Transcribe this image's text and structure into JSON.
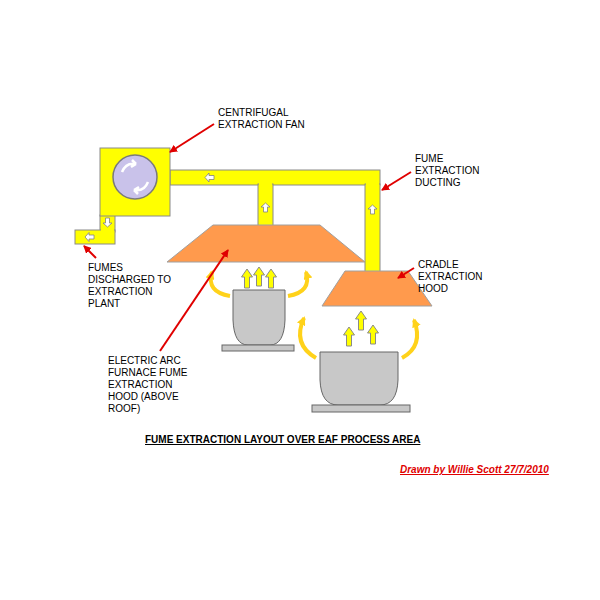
{
  "diagram": {
    "title": "FUME EXTRACTION LAYOUT OVER EAF PROCESS AREA",
    "labels": [
      "CENTRIFUGAL EXTRACTION FAN",
      "FUME EXTRACTION DUCTING",
      "CRADLE EXTRACTION HOOD",
      "FUMES DISCHARGED TO EXTRACTION PLANT",
      "ELECTRIC ARC FURNACE FUME EXTRACTION HOOD (ABOVE ROOF)",
      "Drawn by Willie Scott 27/7/2010"
    ]
  }
}
